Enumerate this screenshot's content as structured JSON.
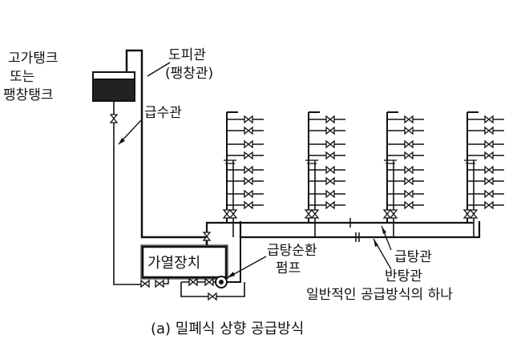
{
  "labels": {
    "tank_line1": "고가탱크",
    "tank_line2": "또는",
    "tank_line3": "팽창탱크",
    "vent_pipe_line1": "도피관",
    "vent_pipe_line2": "(팽창관)",
    "supply_water_pipe": "급수관",
    "heater": "가열장치",
    "pump_line1": "급탕순환",
    "pump_line2": "펌프",
    "hot_supply_pipe": "급탕관",
    "return_pipe": "반탕관",
    "note": "일반적인 공급방식의 하나",
    "caption": "(a) 밀폐식 상향 공급방식"
  },
  "risers": {
    "count": 4,
    "branches_per_riser": 8
  }
}
